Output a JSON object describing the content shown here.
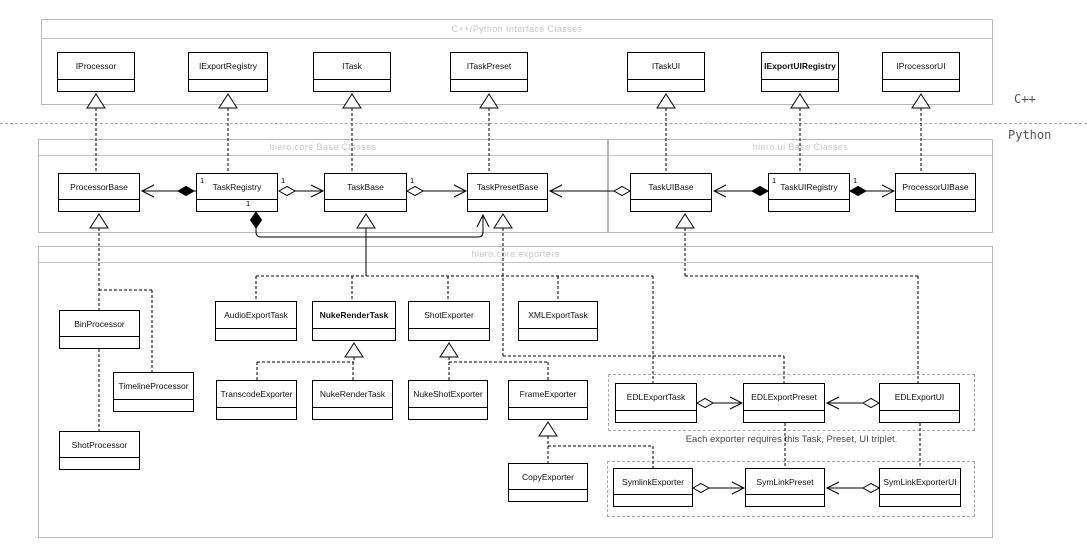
{
  "diagram": {
    "language_labels": {
      "cpp": "C++",
      "python": "Python"
    },
    "packages": {
      "interfaces": "C++/Python Interface Classes",
      "core_base": "hiero.core Base Classes",
      "ui_base": "hiero.ui Base Classes",
      "exporters": "hiero.core.exporters"
    },
    "classes": {
      "iprocessor": "IProcessor",
      "iexportregistry": "IExportRegistry",
      "itask": "ITask",
      "itaskpreset": "ITaskPreset",
      "itaskui": "ITaskUI",
      "iexportuiregistry": "IExportUIRegistry",
      "iprocessorui": "IProcessorUI",
      "processorbase": "ProcessorBase",
      "taskregistry": "TaskRegistry",
      "taskbase": "TaskBase",
      "taskpresetbase": "TaskPresetBase",
      "taskuibase": "TaskUIBase",
      "taskuiregistry": "TaskUIRegistry",
      "processoruibase": "ProcessorUIBase",
      "binprocessor": "BinProcessor",
      "timelineprocessor": "TimelineProcessor",
      "shotprocessor": "ShotProcessor",
      "audioexporttask": "AudioExportTask",
      "nukerendertask_base": "NukeRenderTask",
      "shotexporter": "ShotExporter",
      "xmlexporttask": "XMLExportTask",
      "transcodeexporter": "TranscodeExporter",
      "nukerendertask_sub": "NukeRenderTask",
      "nukeshotexporter": "NukeShotExporter",
      "frameexporter": "FrameExporter",
      "copyexporter": "CopyExporter",
      "edlexporttask": "EDLExportTask",
      "edlexportpreset": "EDLExportPreset",
      "edlexportui": "EDLExportUI",
      "symlinkexporter": "SymlinkExporter",
      "symlinkpreset": "SymLinkPreset",
      "symlinkexporterui": "SymLinkExporterUI"
    },
    "multiplicity": {
      "m1": "1",
      "m2": "1",
      "m3": "1",
      "m4": "1",
      "m5": "1",
      "m6": "1"
    },
    "note": "Each exporter requires this Task, Preset, UI triplet."
  }
}
